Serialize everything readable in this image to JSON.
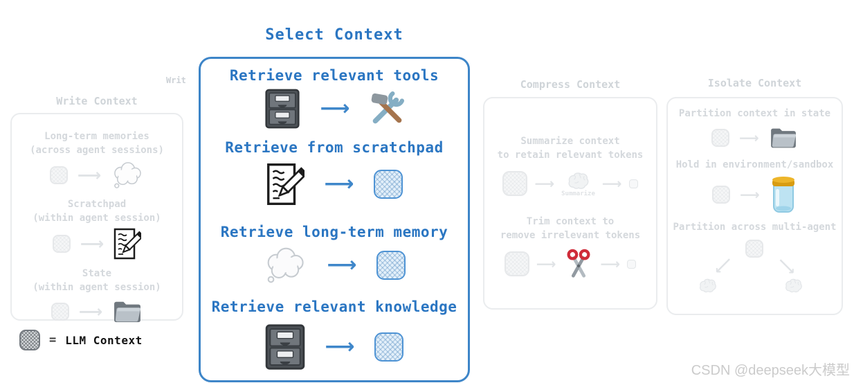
{
  "watermark": "CSDN @deepseek大模型",
  "legend": {
    "equals": "=",
    "label": "LLM Context"
  },
  "icons": {
    "long_arrow": "⟶"
  },
  "colors": {
    "accent_blue": "#2b76c2",
    "panel_border_blue": "#3d85c8",
    "faded_text": "#d4d8dc",
    "faded_border": "#eaecee",
    "llm_box_border": "#4e93d4",
    "llm_box_fill": "#e4f0fa",
    "scissors_red": "#cf2b39",
    "jar_lid_yellow": "#e8ac1d",
    "watermark_gray": "#cbcbcb"
  },
  "panels": {
    "write": {
      "title": "Write Context",
      "title_fragment": "Writ",
      "rows": [
        {
          "line1": "Long-term memories",
          "line2": "(across agent sessions)",
          "target_icon": "thought-cloud"
        },
        {
          "line1": "Scratchpad",
          "line2": "(within agent session)",
          "target_icon": "memo-pencil"
        },
        {
          "line1": "State",
          "line2": "(within agent session)",
          "target_icon": "folder"
        }
      ]
    },
    "select": {
      "title": "Select Context",
      "rows": [
        {
          "label": "Retrieve relevant tools",
          "source_icon": "file-cabinet",
          "target_icon": "hammer-wrench"
        },
        {
          "label": "Retrieve from scratchpad",
          "source_icon": "memo-pencil",
          "target_icon": "llm-context-box"
        },
        {
          "label": "Retrieve long-term memory",
          "source_icon": "thought-cloud",
          "target_icon": "llm-context-box"
        },
        {
          "label": "Retrieve relevant knowledge",
          "source_icon": "file-cabinet",
          "target_icon": "llm-context-box"
        }
      ]
    },
    "compress": {
      "title": "Compress Context",
      "rows": [
        {
          "line1": "Summarize context",
          "line2": "to retain relevant tokens",
          "mid_icon": "brain",
          "mid_caption": "Summarize"
        },
        {
          "line1": "Trim context to",
          "line2": "remove irrelevant tokens",
          "mid_icon": "scissors"
        }
      ]
    },
    "isolate": {
      "title": "Isolate Context",
      "rows": [
        {
          "label": "Partition context in state",
          "target_icon": "folder"
        },
        {
          "label": "Hold in environment/sandbox",
          "target_icon": "jar"
        },
        {
          "label": "Partition across multi-agent",
          "target_icon": "brain-pair"
        }
      ]
    }
  }
}
